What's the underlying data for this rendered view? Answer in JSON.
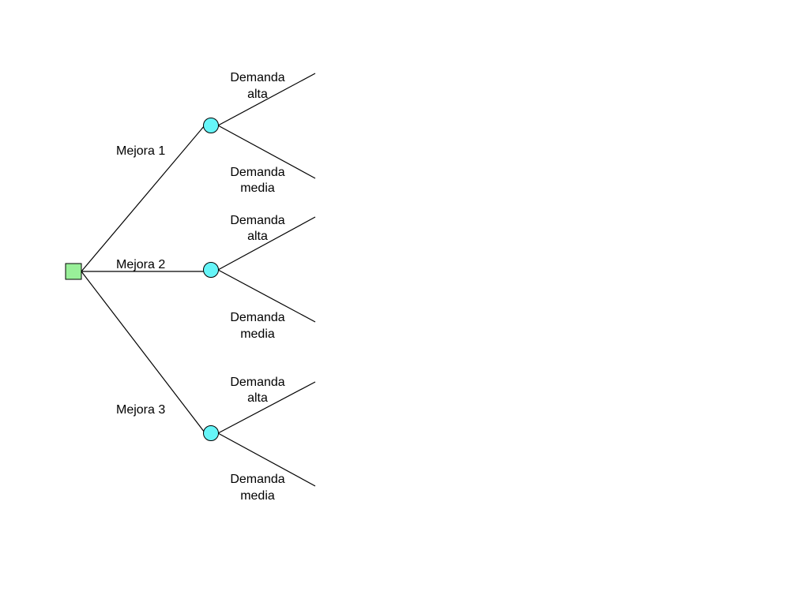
{
  "colors": {
    "decision_fill": "#99f099",
    "chance_fill": "#66f5f8",
    "line": "#000000"
  },
  "decision": {
    "shape": "square"
  },
  "options": [
    {
      "label": "Mejora 1",
      "outcomes": [
        {
          "label_line1": "Demanda",
          "label_line2": "alta"
        },
        {
          "label_line1": "Demanda",
          "label_line2": "media"
        }
      ]
    },
    {
      "label": "Mejora 2",
      "outcomes": [
        {
          "label_line1": "Demanda",
          "label_line2": "alta"
        },
        {
          "label_line1": "Demanda",
          "label_line2": "media"
        }
      ]
    },
    {
      "label": "Mejora 3",
      "outcomes": [
        {
          "label_line1": "Demanda",
          "label_line2": "alta"
        },
        {
          "label_line1": "Demanda",
          "label_line2": "media"
        }
      ]
    }
  ]
}
